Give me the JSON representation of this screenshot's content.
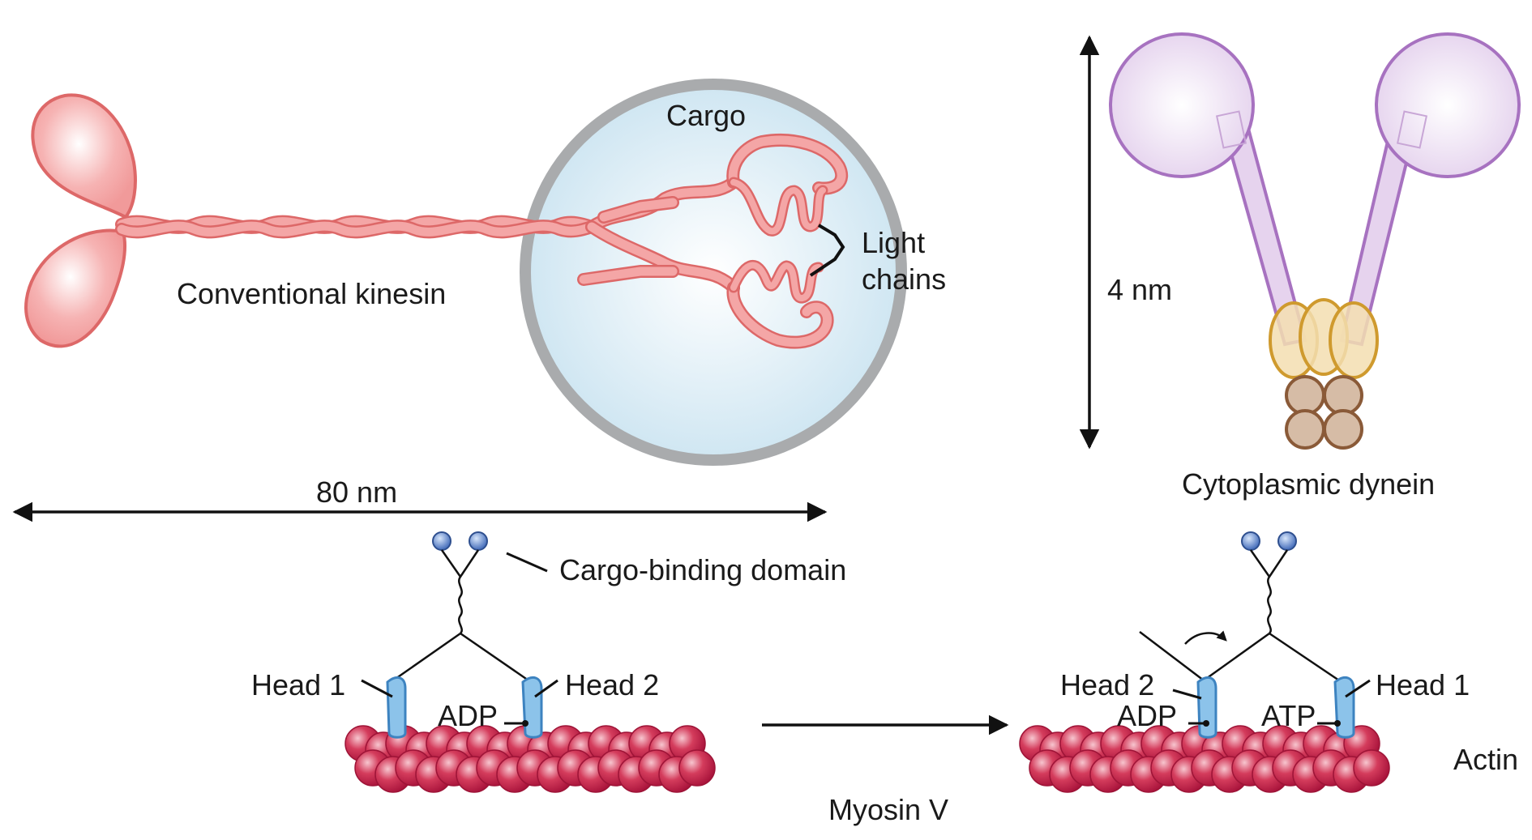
{
  "kinesin": {
    "label": "Conventional kinesin",
    "cargo_label": "Cargo",
    "light_chains_label": [
      "Light",
      "chains"
    ],
    "length_label": "80 nm"
  },
  "dynein": {
    "label": "Cytoplasmic dynein",
    "height_label": "4 nm"
  },
  "myosin": {
    "label": "Myosin V",
    "cargo_binding_label": "Cargo-binding domain",
    "state1": {
      "head_left": "Head 1",
      "head_right": "Head 2",
      "nucleotide": "ADP"
    },
    "state2": {
      "head_left": "Head 2",
      "head_right": "Head 1",
      "nucleotide_left": "ADP",
      "nucleotide_right": "ATP"
    },
    "actin_label": "Actin"
  },
  "colors": {
    "kinesin": "#f2a0a0",
    "kinesin_outline": "#dd6868",
    "cargo_fill": "#d8ebf4",
    "cargo_rim": "#a9abad",
    "dynein": "#c7a2d6",
    "dynein_outline": "#9e6bb8",
    "dynein_gold": "#e8c98a",
    "dynein_brown": "#c3a48c",
    "myosin_head": "#8cc3ea",
    "cargo_domain": "#5b82c4",
    "actin": "#c8244a"
  }
}
